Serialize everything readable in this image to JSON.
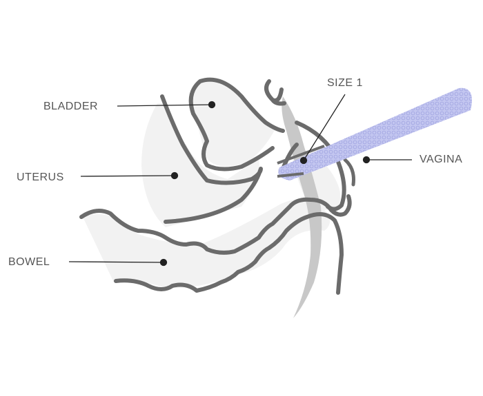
{
  "diagram": {
    "labels": {
      "bladder": "BLADDER",
      "uterus": "UTERUS",
      "bowel": "BOWEL",
      "size": "SIZE 1",
      "vagina": "VAGINA"
    },
    "colors": {
      "outline": "#6b6b6b",
      "organ_fill": "#f2f2f2",
      "canal_fill": "#c8c8c8",
      "dilator_fill": "#c3c6f0",
      "dilator_stroke": "#9fa3e0",
      "leader": "#222222",
      "text": "#555555"
    }
  }
}
